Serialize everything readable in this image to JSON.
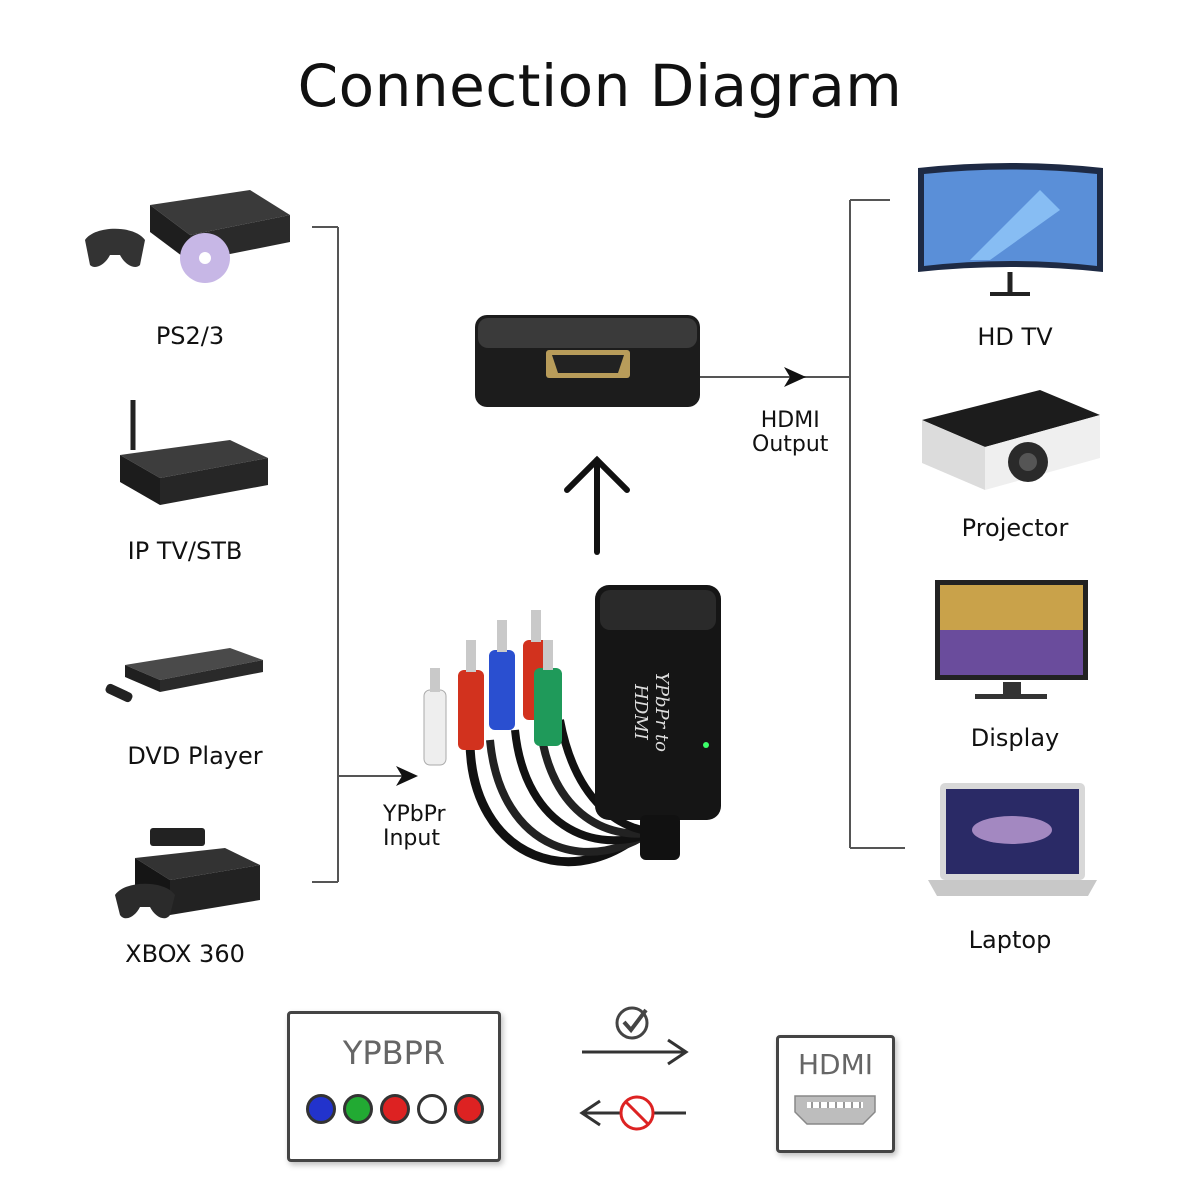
{
  "title": "Connection Diagram",
  "sources": [
    {
      "label": "PS2/3"
    },
    {
      "label": "IP TV/STB"
    },
    {
      "label": "DVD Player"
    },
    {
      "label": "XBOX 360"
    }
  ],
  "outputs": [
    {
      "label": "HD TV"
    },
    {
      "label": "Projector"
    },
    {
      "label": "Display"
    },
    {
      "label": "Laptop"
    }
  ],
  "input_port": {
    "line1": "YPbPr",
    "line2": "Input"
  },
  "output_port": {
    "line1": "HDMI",
    "line2": "Output"
  },
  "device": {
    "body_text": "YPbPr to HDMI"
  },
  "legend": {
    "ypbpr_title": "YPBPR",
    "hdmi_title": "HDMI",
    "dot_colors": [
      "#2233cc",
      "#22aa33",
      "#dd2222",
      "#ffffff",
      "#dd2222"
    ],
    "forward_icon": "check-icon",
    "reverse_icon": "prohibited-icon"
  }
}
